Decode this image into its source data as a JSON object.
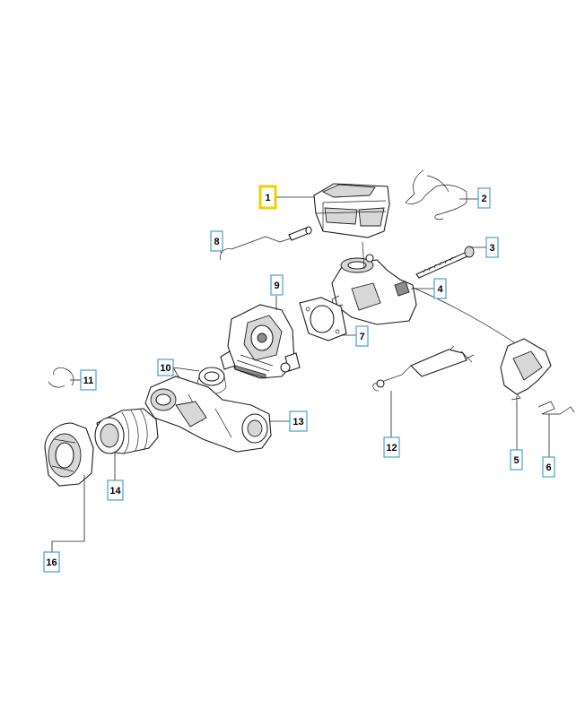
{
  "diagram": {
    "selected_callout": "1",
    "colors": {
      "callout_border": "#4a9fd0",
      "selected_border": "#f0d000",
      "line": "#1e1e1e"
    },
    "callouts": [
      {
        "label": "1"
      },
      {
        "label": "2"
      },
      {
        "label": "3"
      },
      {
        "label": "4"
      },
      {
        "label": "5"
      },
      {
        "label": "6"
      },
      {
        "label": "7"
      },
      {
        "label": "8"
      },
      {
        "label": "9"
      },
      {
        "label": "10"
      },
      {
        "label": "11"
      },
      {
        "label": "12"
      },
      {
        "label": "13"
      },
      {
        "label": "14"
      },
      {
        "label": "16"
      }
    ]
  }
}
